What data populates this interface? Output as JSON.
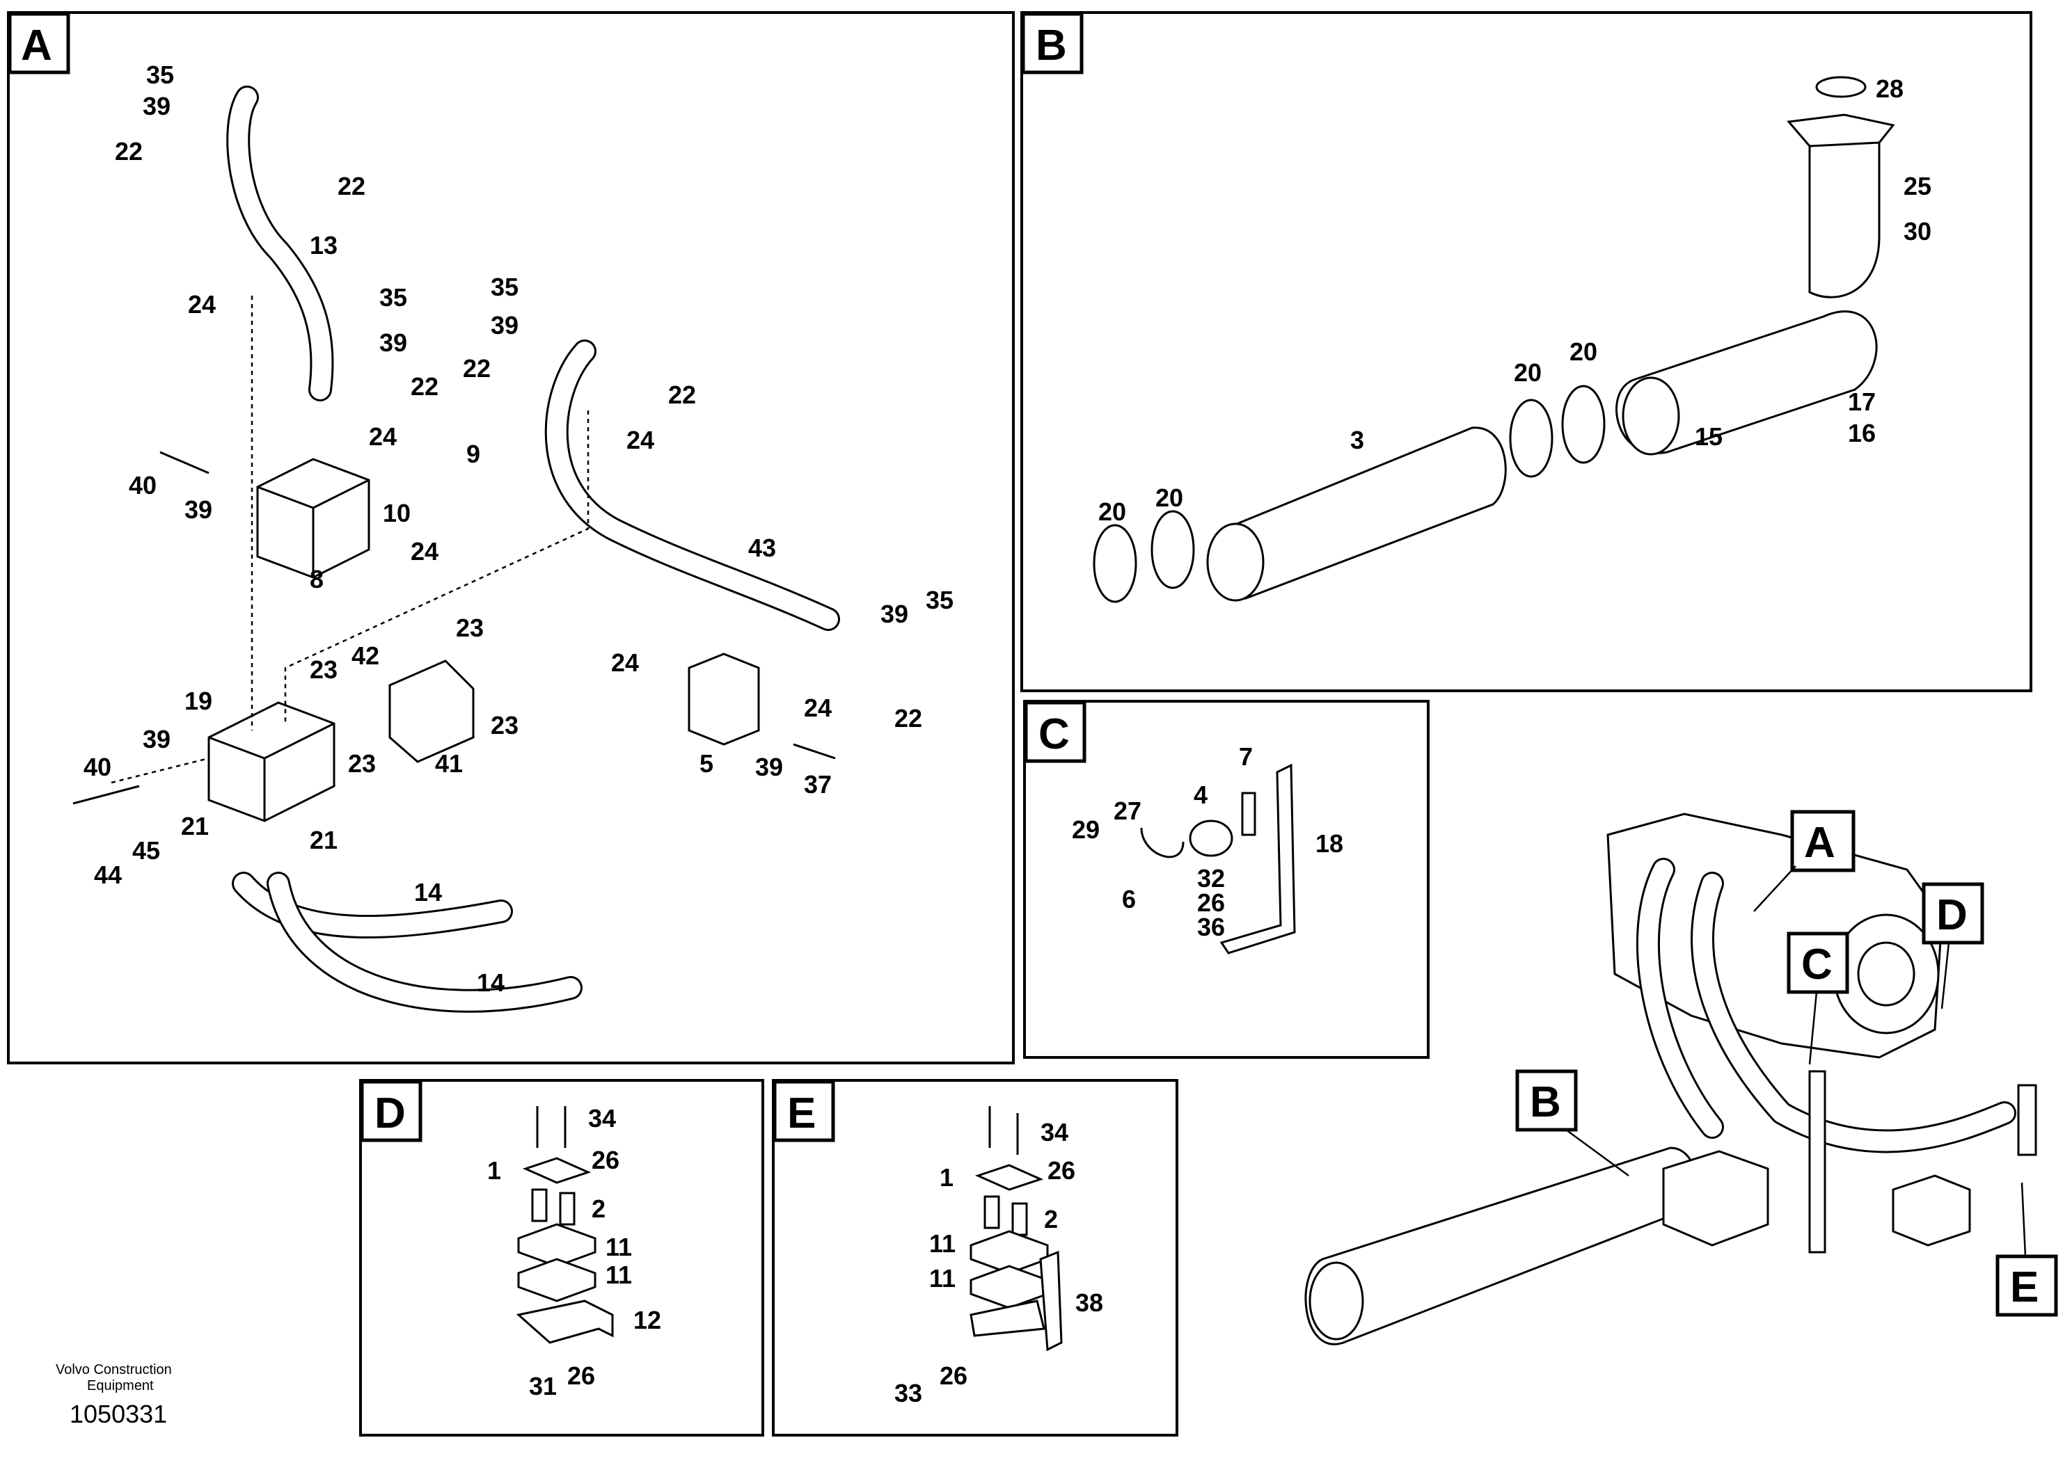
{
  "sections": {
    "A": "A",
    "B": "B",
    "C": "C",
    "D": "D",
    "E": "E"
  },
  "overview_tags": {
    "A": "A",
    "B": "B",
    "C": "C",
    "D": "D",
    "E": "E"
  },
  "panel_a_labels": [
    "35",
    "39",
    "22",
    "22",
    "13",
    "24",
    "35",
    "39",
    "22",
    "24",
    "9",
    "40",
    "39",
    "10",
    "24",
    "8",
    "35",
    "39",
    "22",
    "22",
    "24",
    "43",
    "39",
    "35",
    "23",
    "42",
    "23",
    "23",
    "23",
    "41",
    "24",
    "24",
    "22",
    "19",
    "39",
    "40",
    "5",
    "39",
    "37",
    "21",
    "21",
    "44",
    "45",
    "14",
    "14"
  ],
  "panel_b_labels": [
    "28",
    "25",
    "30",
    "20",
    "20",
    "3",
    "15",
    "17",
    "16",
    "20",
    "20"
  ],
  "panel_c_labels": [
    "7",
    "29",
    "27",
    "4",
    "18",
    "32",
    "26",
    "36",
    "6"
  ],
  "panel_d_labels": [
    "34",
    "1",
    "26",
    "2",
    "11",
    "11",
    "12",
    "31",
    "26"
  ],
  "panel_e_labels": [
    "34",
    "1",
    "26",
    "2",
    "11",
    "11",
    "38",
    "33",
    "26"
  ],
  "footer": {
    "company_line1": "Volvo Construction",
    "company_line2": "Equipment",
    "drawing_number": "1050331"
  }
}
